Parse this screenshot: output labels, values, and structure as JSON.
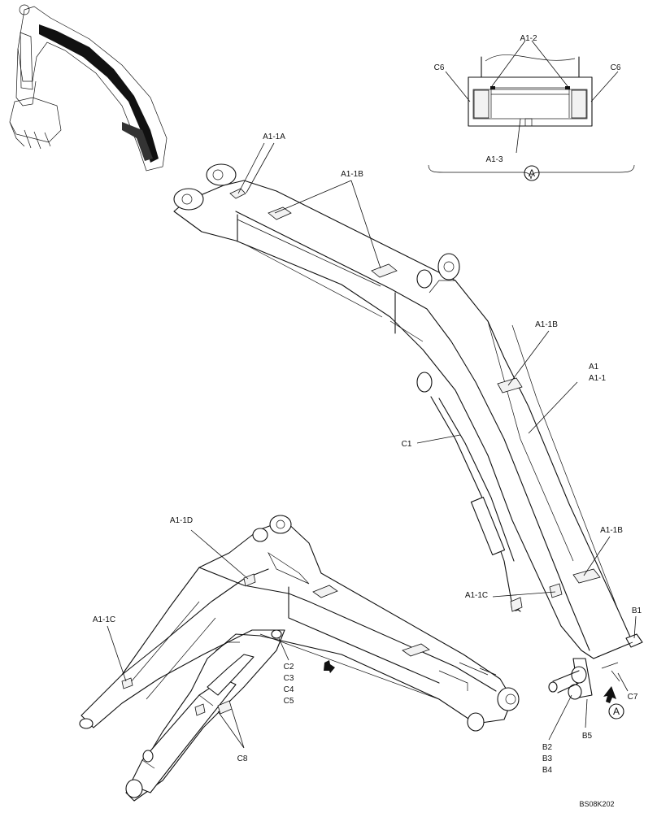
{
  "drawing": {
    "code": "BS08K202",
    "view_marker": "A"
  },
  "labels": {
    "a1_1a": "A1-1A",
    "a1_1b": "A1-1B",
    "a1_1c": "A1-1C",
    "a1_1d": "A1-1D",
    "a1": "A1",
    "a1_1": "A1-1",
    "a1_2": "A1-2",
    "a1_3": "A1-3",
    "c1": "C1",
    "c2": "C2",
    "c3": "C3",
    "c4": "C4",
    "c5": "C5",
    "c6": "C6",
    "c7": "C7",
    "c8": "C8",
    "b1": "B1",
    "b2": "B2",
    "b3": "B3",
    "b4": "B4",
    "b5": "B5"
  }
}
